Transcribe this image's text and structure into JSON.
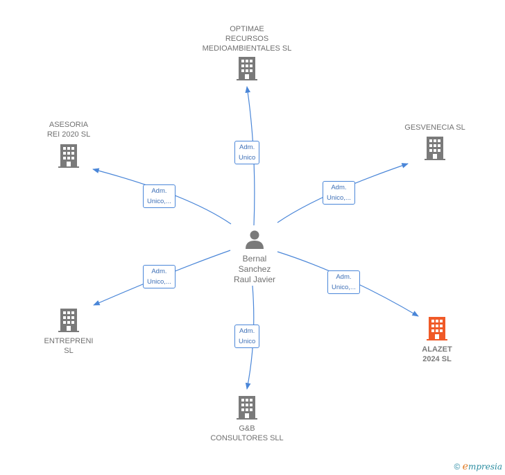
{
  "center": {
    "name": "Bernal\nSanchez\nRaul Javier",
    "icon": "person-icon"
  },
  "companies": [
    {
      "id": "optimae",
      "name": "OPTIMAE\nRECURSOS\nMEDIOAMBIENTALES SL",
      "role": "Adm.\nUnico",
      "icon": "building-icon",
      "color": "#7a7a7a"
    },
    {
      "id": "asesoria",
      "name": "ASESORIA\nREI 2020  SL",
      "role": "Adm.\nUnico,...",
      "icon": "building-icon",
      "color": "#7a7a7a"
    },
    {
      "id": "gesvenecia",
      "name": "GESVENECIA SL",
      "role": "Adm.\nUnico,...",
      "icon": "building-icon",
      "color": "#7a7a7a"
    },
    {
      "id": "entrepreni",
      "name": "ENTREPRENI\nSL",
      "role": "Adm.\nUnico,...",
      "icon": "building-icon",
      "color": "#7a7a7a"
    },
    {
      "id": "alazet",
      "name": "ALAZET\n2024  SL",
      "role": "Adm.\nUnico,...",
      "icon": "building-icon",
      "color": "#f05a28",
      "highlight": true
    },
    {
      "id": "gb",
      "name": "G&B\nCONSULTORES SLL",
      "role": "Adm.\nUnico",
      "icon": "building-icon",
      "color": "#7a7a7a"
    }
  ],
  "footer": {
    "copyright": "©",
    "brand_initial": "e",
    "brand_rest": "mpresia"
  },
  "colors": {
    "edge": "#4a86d8",
    "node": "#7a7a7a",
    "highlight": "#f05a28"
  }
}
